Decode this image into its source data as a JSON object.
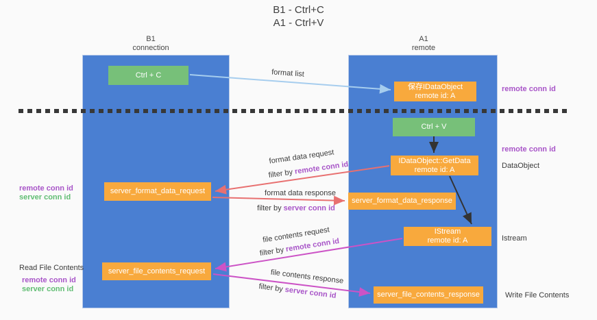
{
  "title": {
    "line1": "B1 - Ctrl+C",
    "line2": "A1 - Ctrl+V"
  },
  "columns": {
    "left": {
      "name": "B1",
      "role": "connection"
    },
    "right": {
      "name": "A1",
      "role": "remote"
    }
  },
  "nodes": {
    "ctrl_c": {
      "label": "Ctrl + C"
    },
    "ctrl_v": {
      "label": "Ctrl + V"
    },
    "save_idataobject": {
      "line1": "保存IDataObject",
      "line2": "remote id: A"
    },
    "idataobject_getdata": {
      "line1": "IDataObject::GetData",
      "line2": "remote id: A"
    },
    "istream": {
      "line1": "IStream",
      "line2": "remote id: A"
    },
    "server_format_data_request": {
      "label": "server_format_data_request"
    },
    "server_format_data_response": {
      "label": "server_format_data_response"
    },
    "server_file_contents_request": {
      "label": "server_file_contents_request"
    },
    "server_file_contents_response": {
      "label": "server_file_contents_response"
    }
  },
  "edges": {
    "format_list": {
      "label": "format list"
    },
    "format_data_request": {
      "label": "format data request",
      "filter_prefix": "filter by ",
      "filter_key": "remote conn id"
    },
    "format_data_response": {
      "label": "format data response",
      "filter_prefix": "filter by ",
      "filter_key": "server conn id"
    },
    "file_contents_request": {
      "label": "file contents request",
      "filter_prefix": "filter by ",
      "filter_key": "remote conn id"
    },
    "file_contents_response": {
      "label": "file contents response",
      "filter_prefix": "filter by ",
      "filter_key": "server conn id"
    }
  },
  "annotations": {
    "right_top_remote_conn_id": "remote conn id",
    "right_mid_remote_conn_id": "remote conn id",
    "right_dataobject": "DataObject",
    "right_istream": "Istream",
    "right_write_file_contents": "Write File Contents",
    "left_mid_remote_conn_id": "remote conn id",
    "left_mid_server_conn_id": "server conn id",
    "left_read_file_contents": "Read File Contents",
    "left_bottom_remote_conn_id": "remote conn id",
    "left_bottom_server_conn_id": "server conn id"
  },
  "colors": {
    "column_blue": "#4a7fd2",
    "node_green": "#77c079",
    "node_orange": "#f8a93d",
    "arrow_lightblue": "#a6cdee",
    "arrow_salmon": "#e87070",
    "arrow_magenta": "#cc53c6",
    "arrow_black": "#333333",
    "text_purple": "#a855c8",
    "text_green": "#61bd73"
  }
}
